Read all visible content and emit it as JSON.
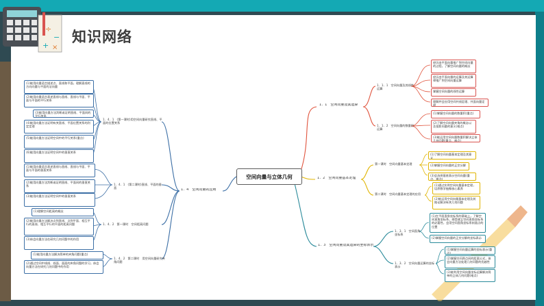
{
  "page": {
    "title": "知识网络"
  },
  "center": "空间向量与立体几何",
  "branches": {
    "b11": {
      "label": "1．1　空间向量及其运算",
      "sub1": "1．1．1　空间向量及其线性运算",
      "sub1_items": [
        "经历由平面向量推广到空间向量的过程，了解空间向量的概念",
        "经历由平面向量的运算及其运算律推广到空间向量运算",
        "掌握空间向量的线性运算",
        "理解并会应用空间共线定理、共面向量定理"
      ],
      "sub2": "1．1．2　空间向量的数量积运算",
      "sub2_items": [
        "(1)掌握空间向量的数量积(重点)",
        "(2)了解空间向量夹角的概念以及投影向量的意义(难点)",
        "(3)能运用空间向量数量积解决立体几何问题(重点、难点)"
      ]
    },
    "b12": {
      "label": "1．2　空间向量基本定理",
      "sub1": "第一课时　空间向量基本定理",
      "sub1_items": [
        "(1)了解空间向量基本定理及其意义",
        "(2)掌握空间向量的正交分解",
        "(3)会选择基底表示空间向量(重点、难点)"
      ],
      "sub2": "第二课时　空间向量基本定理的应用",
      "sub2_items": [
        "(1)通过实例空间向量基本定理，培养数学抽象核心素养",
        "(2)能运用空间向量基本定理及其推论解决有关几何问题"
      ]
    },
    "b13": {
      "label": "1．3　空间向量及其运算的坐标表示",
      "sub1": "1．3．1　空间直角坐标系",
      "sub1_items": [
        "(1)在平面直角坐标系的基础上，了解空间直角坐标系，感受建立空间直角坐标系的必要性，会用空间直角坐标系刻画点的位置",
        "(2)掌握空间向量的正交分解的坐标表示"
      ],
      "sub2": "1．3．2　空间向量运算的坐标表示",
      "sub2_items": [
        "(1)掌握空间向量运算的坐标表示(重点)",
        "(2)掌握空间两点间的距离公式，体会向量方法处理几何问题的优越性",
        "(3)能利用空间向量坐标运算解决简单的立体几何问题(难点)"
      ]
    },
    "b14": {
      "label": "1．4　空间向量的应用",
      "sub1": "1．4．1　(第一课时)用空间向量研究直线、平面的位置关系",
      "sub1_items": [
        "(1)能用向量语言描述点、直线和平面，理解直线的方向向量与平面的法向量",
        "(2)能用向量语言表述直线与直线、直线与平面、平面与平面的平行关系",
        "(3)能用向量方法判断或证明直线、平面间的平行关系",
        "(4)能用向量方法证明有关直线、平面位置关系的判定定理",
        "(5)能用向量方法证明空间中的平行关系(重点)",
        "(6)能用向量方法证明空间中的垂直关系"
      ],
      "sub2": "1．4．1　(第二课时)直线、平面的垂直",
      "sub2_items": [
        "(1)能用向量语言表述直线与直线、直线与平面、平面与平面的垂直关系",
        "(2)能用向量方法判断或证明直线、平面间的垂直关系",
        "(3)能用向量方法证明空间中的垂直关系"
      ],
      "sub3": "1．4．2　第一课时　空间距离问题",
      "sub3_items": [
        "(1)理解空间距离的概念",
        "(2)能用向量方法解决点到直线、点到平面、相互平行的直线、相互平行的平面的距离问题",
        "(3)体会向量方法在研究几何问题中的作用"
      ],
      "sub4": "1．4．2　第二课时　用空间向量研究夹角问题",
      "sub4_items": [
        "(1)能用向量方法解决简单的夹角问题(重点)",
        "(2)通过空间中线线、线面、面面的夹角问题的学习，体会向量方法在研究几何问题中的作用"
      ]
    }
  }
}
